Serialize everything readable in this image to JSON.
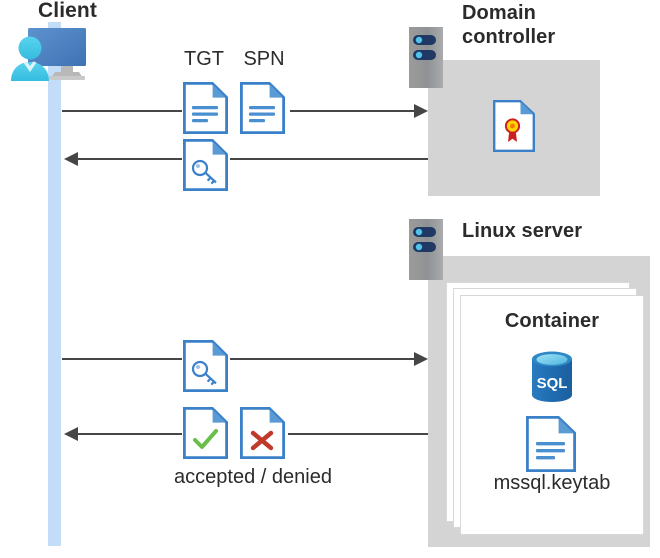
{
  "diagram": {
    "title": "Kerberos authentication flow between client, domain controller and Linux server container",
    "actors": {
      "client": {
        "label": "Client",
        "icon": "client-workstation-icon"
      },
      "domain_controller": {
        "label": "Domain\ncontroller",
        "icon": "server-rack-icon",
        "contents": [
          {
            "icon": "certificate-document-icon",
            "label": ""
          }
        ]
      },
      "linux_server": {
        "label": "Linux server",
        "icon": "server-rack-icon"
      }
    },
    "container": {
      "label": "Container",
      "stack_count": 3,
      "items": [
        {
          "icon": "sql-database-icon",
          "label": "SQL"
        },
        {
          "icon": "keytab-document-icon",
          "label": "mssql.keytab"
        }
      ]
    },
    "messages": [
      {
        "id": "m1",
        "direction": "right",
        "from": "client",
        "to": "domain_controller",
        "icons": [
          "tgt-document-icon",
          "spn-document-icon"
        ],
        "labels": [
          "TGT",
          "SPN"
        ]
      },
      {
        "id": "m2",
        "direction": "left",
        "from": "domain_controller",
        "to": "client",
        "icons": [
          "key-document-icon"
        ],
        "labels": []
      },
      {
        "id": "m3",
        "direction": "right",
        "from": "client",
        "to": "linux_server",
        "icons": [
          "key-document-icon"
        ],
        "labels": []
      },
      {
        "id": "m4",
        "direction": "left",
        "from": "linux_server",
        "to": "client",
        "icons": [
          "accepted-document-icon",
          "denied-document-icon"
        ],
        "labels": [
          "accepted / denied"
        ]
      }
    ],
    "labels": {
      "tgt": "TGT",
      "spn": "SPN",
      "accepted_denied": "accepted / denied",
      "sql": "SQL",
      "keytab": "mssql.keytab"
    },
    "colors": {
      "panel_gray": "#d4d4d4",
      "lifeline_blue": "#c3dcf7",
      "doc_blue": "#3a81c9",
      "doc_fold_blue": "#5b9bd5",
      "accent_cyan": "#44c8f0",
      "monitor_blue": "#4a7fc1",
      "accepted_green": "#6abf4b",
      "denied_red": "#c0392b",
      "seal_yellow": "#ffd400",
      "seal_red": "#cc1f22",
      "sql_blue": "#1f6cb0",
      "line_gray": "#464646",
      "text_dark": "#2b2b2b"
    }
  }
}
